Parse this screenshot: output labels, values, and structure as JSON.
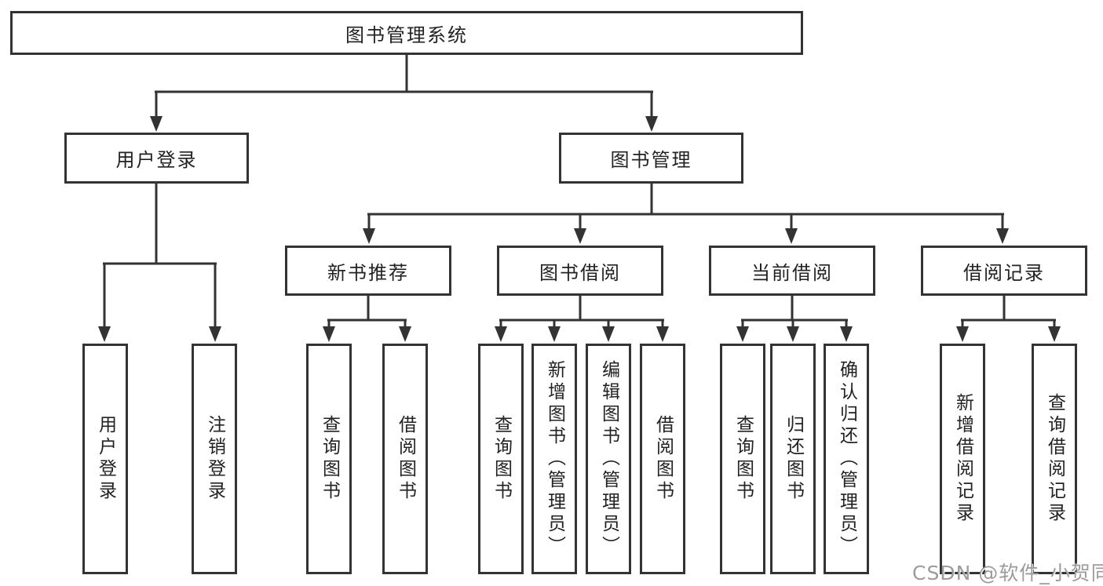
{
  "diagram": {
    "root": {
      "label": "图书管理系统"
    },
    "children": [
      {
        "label": "用户登录",
        "children": [
          {
            "label": "用户登录"
          },
          {
            "label": "注销登录"
          }
        ]
      },
      {
        "label": "图书管理",
        "children": [
          {
            "label": "新书推荐",
            "children": [
              {
                "label": "查询图书"
              },
              {
                "label": "借阅图书"
              }
            ]
          },
          {
            "label": "图书借阅",
            "children": [
              {
                "label": "查询图书"
              },
              {
                "label": "新增图书（管理员）"
              },
              {
                "label": "编辑图书（管理员）"
              },
              {
                "label": "借阅图书"
              }
            ]
          },
          {
            "label": "当前借阅",
            "children": [
              {
                "label": "查询图书"
              },
              {
                "label": "归还图书"
              },
              {
                "label": "确认归还（管理员）"
              }
            ]
          },
          {
            "label": "借阅记录",
            "children": [
              {
                "label": "新增借阅记录"
              },
              {
                "label": "查询借阅记录"
              }
            ]
          }
        ]
      }
    ]
  },
  "watermark": "CSDN @软件_小贺同学",
  "colors": {
    "line": "#333333",
    "text": "#222222",
    "watermark": "#9c9c9c",
    "background": "#ffffff"
  }
}
